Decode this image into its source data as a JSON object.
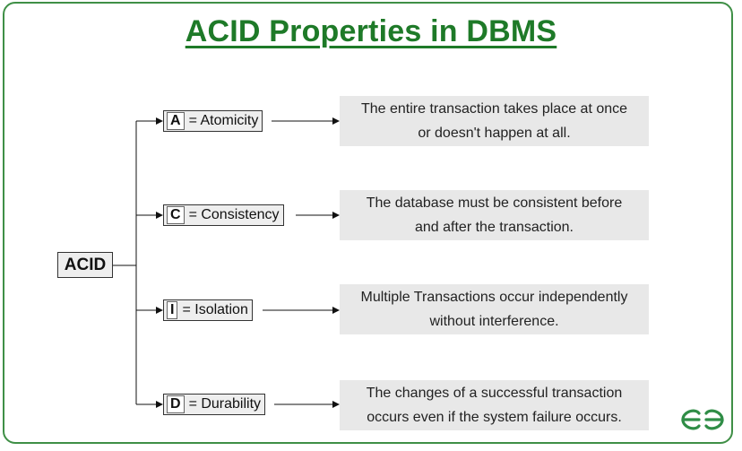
{
  "title": "ACID Properties in DBMS",
  "root": "ACID",
  "properties": [
    {
      "letter": "A",
      "rest": "= Atomicity",
      "desc1": "The entire transaction takes place at once",
      "desc2": "or doesn't happen at all."
    },
    {
      "letter": "C",
      "rest": "= Consistency",
      "desc1": "The database must be consistent before",
      "desc2": "and after the transaction."
    },
    {
      "letter": "I",
      "rest": "= Isolation",
      "desc1": "Multiple Transactions occur independently",
      "desc2": "without interference."
    },
    {
      "letter": "D",
      "rest": "= Durability",
      "desc1": "The changes of a successful transaction",
      "desc2": "occurs even if the system failure occurs."
    }
  ],
  "colors": {
    "accent": "#1e7a28",
    "border": "#3f8f46",
    "box": "#eeeeee",
    "desc": "#e8e8e8"
  },
  "logo_icon": "geeksforgeeks-logo-icon"
}
